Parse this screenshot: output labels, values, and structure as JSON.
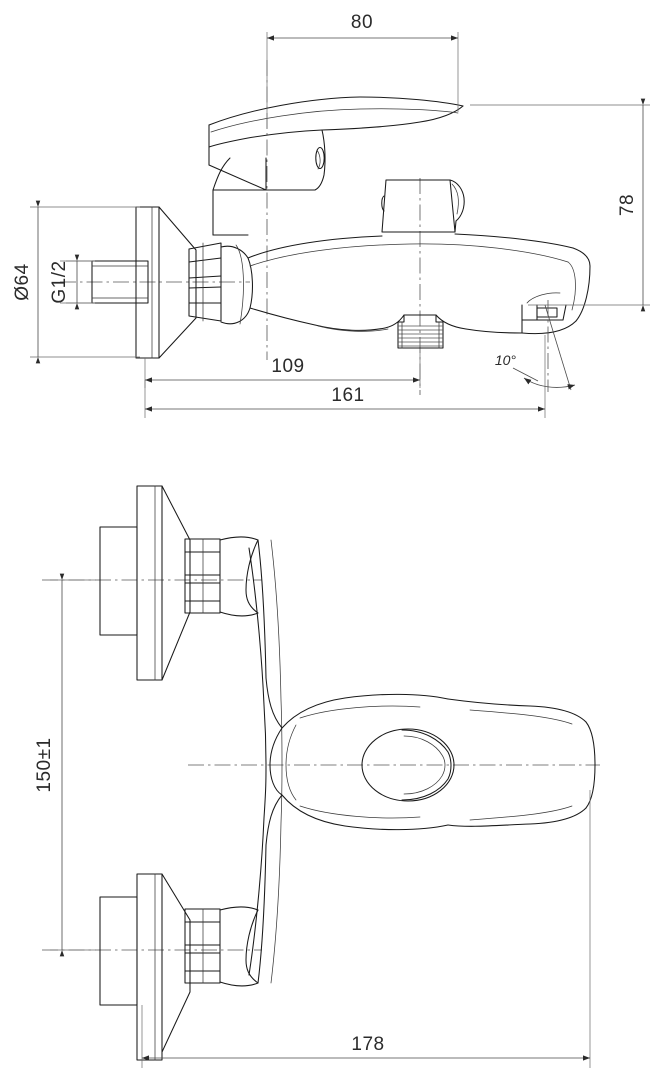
{
  "document": {
    "type": "technical-drawing",
    "subject": "Wall-mounted bath/shower mixer tap",
    "views": [
      {
        "id": "side-view",
        "label": "side elevation"
      },
      {
        "id": "front-view",
        "label": "front elevation"
      }
    ],
    "line_colors": {
      "object": "#1a1a1a",
      "dimension": "#4a4a4a",
      "centerline": "#555555",
      "background": "#ffffff"
    }
  },
  "dimensions": {
    "spout_reach_top": {
      "value": "80",
      "orientation": "horizontal",
      "view": "side-view"
    },
    "height_right": {
      "value": "78",
      "orientation": "vertical",
      "view": "side-view"
    },
    "flange_diameter": {
      "value": "Ø64",
      "orientation": "vertical",
      "view": "side-view"
    },
    "thread_size": {
      "value": "G1/2",
      "orientation": "vertical",
      "view": "side-view"
    },
    "projection_mid": {
      "value": "109",
      "orientation": "horizontal",
      "view": "side-view"
    },
    "projection_total": {
      "value": "161",
      "orientation": "horizontal",
      "view": "side-view"
    },
    "outlet_angle": {
      "value": "10°",
      "orientation": "angular",
      "view": "side-view"
    },
    "inlet_spacing": {
      "value": "150±1",
      "orientation": "vertical",
      "view": "front-view"
    },
    "overall_width": {
      "value": "178",
      "orientation": "horizontal",
      "view": "front-view"
    }
  },
  "labels": {
    "dim_80": "80",
    "dim_78": "78",
    "dim_d64": "Ø64",
    "dim_g12": "G1/2",
    "dim_109": "109",
    "dim_161": "161",
    "dim_10deg": "10°",
    "dim_150": "150±1",
    "dim_178": "178"
  }
}
